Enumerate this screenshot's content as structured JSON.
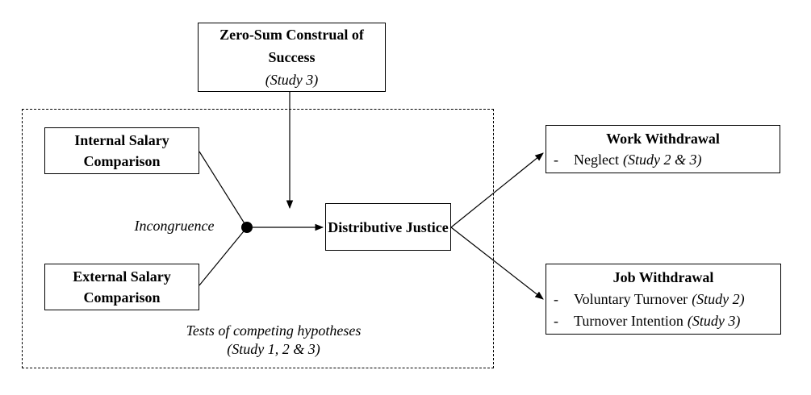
{
  "diagram": {
    "colors": {
      "background": "#ffffff",
      "line": "#000000",
      "text": "#000000"
    },
    "nodes": {
      "zero_sum": {
        "title": "Zero-Sum Construal of Success",
        "note": "(Study 3)"
      },
      "internal": {
        "title": "Internal Salary Comparison"
      },
      "external": {
        "title": "External Salary Comparison"
      },
      "justice": {
        "title": "Distributive Justice"
      },
      "work": {
        "title": "Work Withdrawal",
        "items": [
          {
            "bullet": "-",
            "text": "Neglect",
            "note": "(Study 2 & 3)"
          }
        ]
      },
      "job": {
        "title": "Job Withdrawal",
        "items": [
          {
            "bullet": "-",
            "text": "Voluntary Turnover",
            "note": "(Study 2)"
          },
          {
            "bullet": "-",
            "text": "Turnover Intention",
            "note": "(Study 3)"
          }
        ]
      }
    },
    "labels": {
      "incongruence": "Incongruence",
      "tests_line1": "Tests of competing hypotheses",
      "tests_line2": "(Study 1, 2 & 3)"
    }
  }
}
